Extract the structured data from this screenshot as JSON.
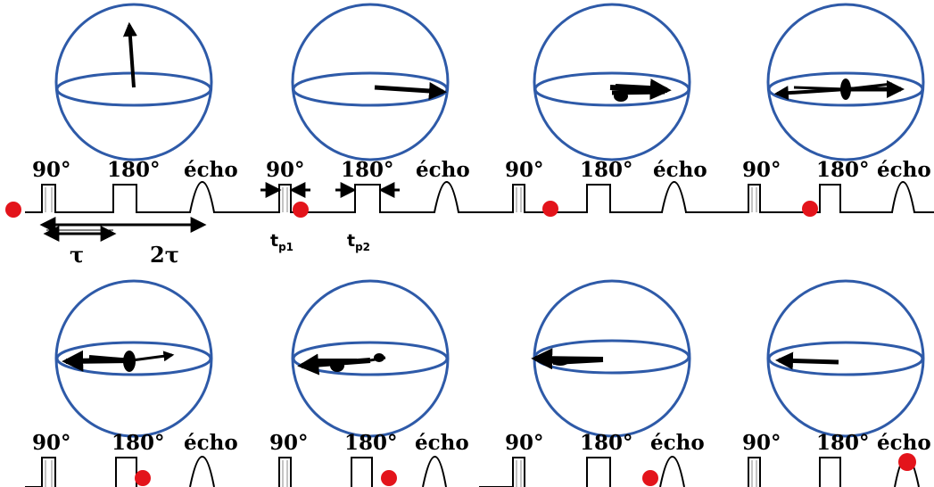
{
  "labels": {
    "pulse_90": "90°",
    "pulse_180": "180°",
    "echo": "écho",
    "tau": "τ",
    "two_tau": "2τ",
    "tp1_main": "t",
    "tp1_sub": "p1",
    "tp2_main": "t",
    "tp2_sub": "p2"
  },
  "colors": {
    "sphere": "#2e5aa8",
    "marker": "#e3141b",
    "ink": "#000000"
  },
  "panels": [
    {
      "id": 1,
      "state": "vertical-arrow",
      "marker": "before-90"
    },
    {
      "id": 2,
      "state": "after-90",
      "marker": "after-90"
    },
    {
      "id": 3,
      "state": "dephasing-start",
      "marker": "between-pulses"
    },
    {
      "id": 4,
      "state": "dephasing",
      "marker": "at-180"
    },
    {
      "id": 5,
      "state": "refocusing-1",
      "marker": "after-180"
    },
    {
      "id": 6,
      "state": "refocusing-2",
      "marker": "after-180-later"
    },
    {
      "id": 7,
      "state": "refocusing-3",
      "marker": "before-echo"
    },
    {
      "id": 8,
      "state": "echo",
      "marker": "at-echo"
    }
  ]
}
